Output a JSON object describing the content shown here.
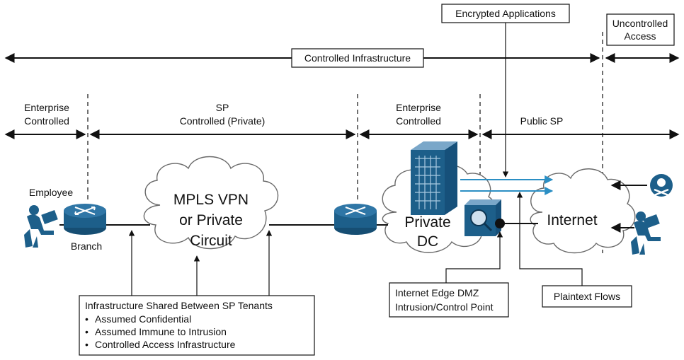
{
  "labels": {
    "encrypted_applications": "Encrypted Applications",
    "uncontrolled_access_1": "Uncontrolled",
    "uncontrolled_access_2": "Access",
    "controlled_infrastructure": "Controlled Infrastructure",
    "enterprise_controlled_left_1": "Enterprise",
    "enterprise_controlled_left_2": "Controlled",
    "sp_controlled_1": "SP",
    "sp_controlled_2": "Controlled (Private)",
    "enterprise_controlled_right_1": "Enterprise",
    "enterprise_controlled_right_2": "Controlled",
    "public_sp": "Public SP",
    "employee": "Employee",
    "branch": "Branch",
    "mpls_1": "MPLS VPN",
    "mpls_2": "or Private",
    "mpls_3": "Circuit",
    "private_dc_1": "Private",
    "private_dc_2": "DC",
    "internet": "Internet",
    "dmz_1": "Internet Edge DMZ",
    "dmz_2": "Intrusion/Control Point",
    "plaintext_flows": "Plaintext Flows",
    "shared_title": "Infrastructure Shared Between SP Tenants",
    "bullets": [
      "Assumed Confidential",
      "Assumed Immune to Intrusion",
      "Controlled Access Infrastructure"
    ]
  },
  "colors": {
    "device_blue": "#1d5f8a",
    "device_light": "#8fb7d3",
    "flow_arrow": "#2b8fc4",
    "cloud_stroke": "#6a6a6a"
  },
  "icons": [
    "router-icon",
    "router-icon",
    "datacenter-building-icon",
    "firewall-icon",
    "person-laptop-icon",
    "person-laptop-icon",
    "skull-crossbones-icon"
  ]
}
